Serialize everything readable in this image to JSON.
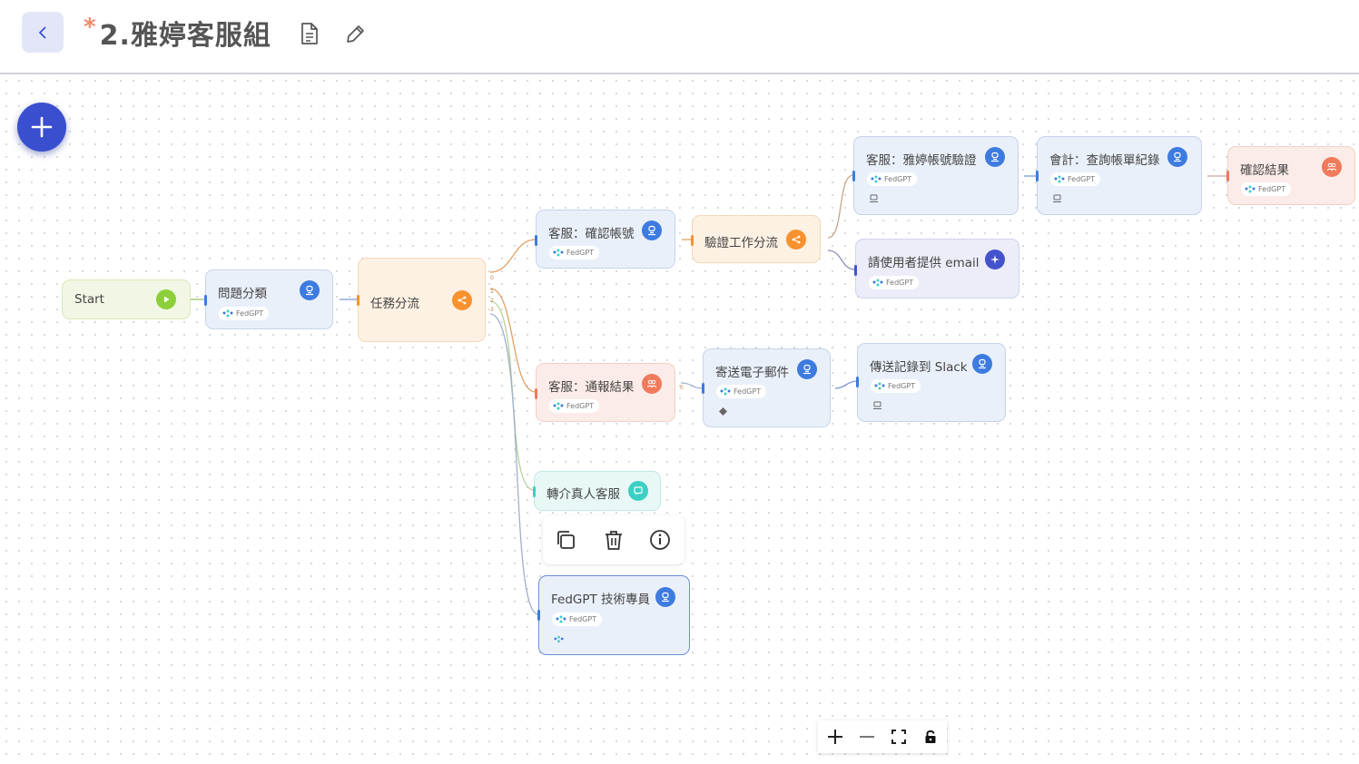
{
  "header": {
    "modified_marker": "*",
    "title": "2.雅婷客服組"
  },
  "colors": {
    "accent": "#3a4fcf",
    "node_blue": "#3d7be0",
    "node_orange": "#f7922f",
    "node_red": "#ef7a5c",
    "node_teal": "#3ccfc4",
    "node_green": "#8ccf3a",
    "node_purple": "#4452cc"
  },
  "nodes": {
    "start": {
      "label": "Start"
    },
    "classify": {
      "label": "問題分類",
      "model": "FedGPT"
    },
    "task_route": {
      "label": "任務分流"
    },
    "confirm_account": {
      "label": "客服：確認帳號",
      "model": "FedGPT"
    },
    "verify_route": {
      "label": "驗證工作分流"
    },
    "verify_account": {
      "label": "客服：雅婷帳號驗證",
      "model": "FedGPT"
    },
    "billing": {
      "label": "會計：查詢帳單紀錄",
      "model": "FedGPT"
    },
    "confirm_result": {
      "label": "確認結果",
      "model": "FedGPT"
    },
    "ask_email": {
      "label": "請使用者提供 email",
      "model": "FedGPT"
    },
    "report_result": {
      "label": "客服：通報結果",
      "model": "FedGPT"
    },
    "send_email": {
      "label": "寄送電子郵件",
      "model": "FedGPT"
    },
    "slack_log": {
      "label": "傳送記錄到 Slack",
      "model": "FedGPT"
    },
    "transfer_human": {
      "label": "轉介真人客服"
    },
    "tech_expert": {
      "label": "FedGPT 技術專員",
      "model": "FedGPT"
    }
  },
  "ports": {
    "zero": "0",
    "one": "1",
    "two": "2",
    "three": "3"
  }
}
